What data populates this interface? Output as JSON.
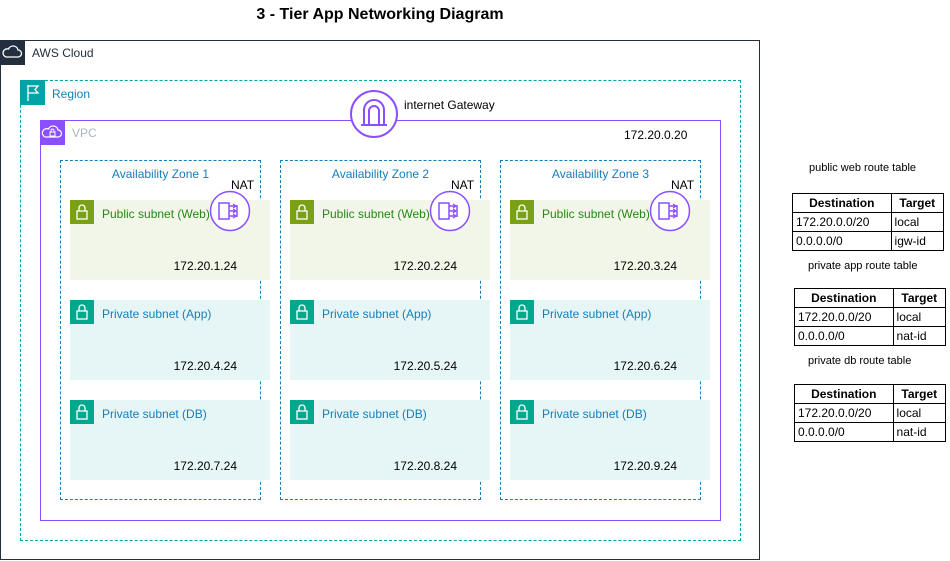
{
  "title": "3 - Tier App Networking Diagram",
  "cloud": {
    "label": "AWS Cloud"
  },
  "region": {
    "label": "Region"
  },
  "vpc": {
    "label": "VPC",
    "cidr": "172.20.0.20"
  },
  "igw": {
    "label": "internet Gateway"
  },
  "nat_label": "NAT",
  "zones": [
    {
      "label": "Availability Zone 1",
      "subnets": [
        {
          "label": "Public subnet (Web)",
          "cidr": "172.20.1.24"
        },
        {
          "label": "Private subnet (App)",
          "cidr": "172.20.4.24"
        },
        {
          "label": "Private subnet (DB)",
          "cidr": "172.20.7.24"
        }
      ]
    },
    {
      "label": "Availability Zone 2",
      "subnets": [
        {
          "label": "Public subnet (Web)",
          "cidr": "172.20.2.24"
        },
        {
          "label": "Private subnet (App)",
          "cidr": "172.20.5.24"
        },
        {
          "label": "Private subnet (DB)",
          "cidr": "172.20.8.24"
        }
      ]
    },
    {
      "label": "Availability Zone 3",
      "subnets": [
        {
          "label": "Public subnet (Web)",
          "cidr": "172.20.3.24"
        },
        {
          "label": "Private subnet (App)",
          "cidr": "172.20.6.24"
        },
        {
          "label": "Private subnet (DB)",
          "cidr": "172.20.9.24"
        }
      ]
    }
  ],
  "route_tables": [
    {
      "title": "public web route table",
      "headers": [
        "Destination",
        "Target"
      ],
      "rows": [
        [
          "172.20.0.0/20",
          "local"
        ],
        [
          "0.0.0.0/0",
          "igw-id"
        ]
      ]
    },
    {
      "title": "private app route table",
      "headers": [
        "Destination",
        "Target"
      ],
      "rows": [
        [
          "172.20.0.0/20",
          "local"
        ],
        [
          "0.0.0.0/0",
          "nat-id"
        ]
      ]
    },
    {
      "title": "private db route table",
      "headers": [
        "Destination",
        "Target"
      ],
      "rows": [
        [
          "172.20.0.0/20",
          "local"
        ],
        [
          "0.0.0.0/0",
          "nat-id"
        ]
      ]
    }
  ],
  "colors": {
    "aws_cloud": "#232f3e",
    "region": "#00a4a6",
    "vpc": "#8c4fff",
    "az": "#147eba",
    "public_subnet": "#7aa116",
    "private_subnet": "#01a88d"
  },
  "icons": {
    "cloud": "cloud-icon",
    "region": "flag-icon",
    "vpc": "vpc-cloud-icon",
    "igw": "internet-gateway-icon",
    "nat": "nat-gateway-icon",
    "subnet": "padlock-icon"
  }
}
